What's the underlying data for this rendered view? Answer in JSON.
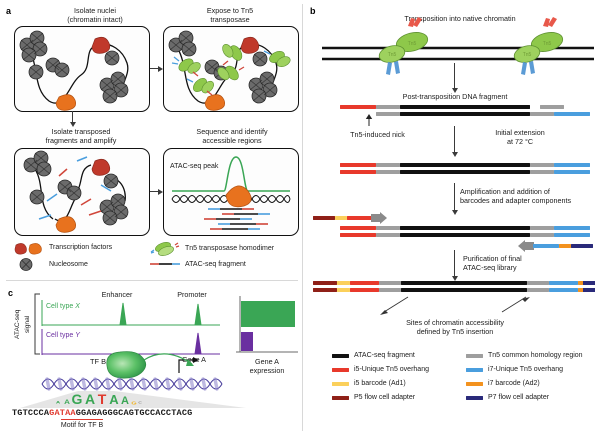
{
  "figure": {
    "panels": [
      "a",
      "b",
      "c"
    ]
  },
  "panel_a": {
    "letter": "a",
    "step1_title": "Isolate nuclei\n(chromatin intact)",
    "step1_line1": "Isolate nuclei",
    "step1_line2": "(chromatin intact)",
    "step2_line1": "Expose to Tn5",
    "step2_line2": "transposase",
    "step3_line1": "Isolate transposed",
    "step3_line2": "fragments and amplify",
    "step4_line1": "Sequence and identify",
    "step4_line2": "accessible regions",
    "peak_label": "ATAC-seq peak",
    "legend": [
      {
        "name": "transcription-factors",
        "label": "Transcription factors",
        "color": "#c0392b"
      },
      {
        "name": "nucleosome",
        "label": "Nucleosome",
        "color": "#4d4d4d"
      },
      {
        "name": "tn5-homodimer",
        "label": "Tn5 transposase homodimer",
        "color": "#7fbf3f"
      },
      {
        "name": "atac-seq-fragment",
        "label": "ATAC-seq fragment",
        "color": "#111111"
      }
    ]
  },
  "panel_b": {
    "letter": "b",
    "step_titles": [
      "Transposition into native chromatin",
      "Post-transposition DNA fragment",
      "Sites of chromatin accessibility\ndefined by Tn5 insertion"
    ],
    "title_transposition": "Transposition into native chromatin",
    "title_post_transposition": "Post-transposition DNA fragment",
    "label_nick": "Tn5-induced nick",
    "label_extension_line1": "Initial extension",
    "label_extension_line2": "at 72 °C",
    "label_amplification_line1": "Amplification and addition of",
    "label_amplification_line2": "barcodes and adapter components",
    "label_purification_line1": "Purification of final",
    "label_purification_line2": "ATAC-seq library",
    "label_sites_line1": "Sites of chromatin accessibility",
    "label_sites_line2": "defined by Tn5 insertion",
    "legend_left": [
      {
        "name": "atac-seq-fragment",
        "label": "ATAC-seq fragment",
        "color": "#111111"
      },
      {
        "name": "i5-unique-tn5-overhang",
        "label": "i5-Unique Tn5 overhang",
        "color": "#e8392b"
      },
      {
        "name": "i5-barcode-ad1",
        "label": "i5 barcode (Ad1)",
        "color": "#fbd05b"
      },
      {
        "name": "p5-flow-cell-adapter",
        "label": "P5 flow cell adapter",
        "color": "#8f2018"
      }
    ],
    "legend_right": [
      {
        "name": "tn5-common-homology-region",
        "label": "Tn5 common homology region",
        "color": "#9e9e9e"
      },
      {
        "name": "i7-unique-tn5-overhang",
        "label": "i7-Unique Tn5 overhang",
        "color": "#4a9ede"
      },
      {
        "name": "i7-barcode-ad2",
        "label": "i7 barcode (Ad2)",
        "color": "#f3921e"
      },
      {
        "name": "p7-flow-cell-adapter",
        "label": "P7 flow cell adapter",
        "color": "#2a2a7a"
      }
    ]
  },
  "panel_c": {
    "letter": "c",
    "y_axis_line1": "ATAC-seq",
    "y_axis_line2": "signal",
    "track_labels": [
      {
        "name": "cell-type-x",
        "label": "Cell type X",
        "color": "#3aa655"
      },
      {
        "name": "cell-type-y",
        "label": "Cell type Y",
        "color": "#6a2fa0"
      }
    ],
    "peak_labels": [
      "Enhancer",
      "Promoter"
    ],
    "label_enhancer": "Enhancer",
    "label_promoter": "Promoter",
    "label_gene_a": "Gene A",
    "expression_title_line1": "Gene A",
    "expression_title_line2": "expression",
    "label_tf_b": "TF B",
    "motif_logo": "GATAA",
    "sequence_prefix": "TGTCCCA",
    "sequence_motif": "GATAA",
    "sequence_suffix": "GGAGAGGGCAGTGCCACCTACG",
    "sequence_full": "TGTCCCAGATAAGGAGAGGGCAGTGCCACCTACG",
    "motif_caption": "Motif for TF B",
    "chart_data": {
      "type": "bar",
      "title": "Gene A expression",
      "categories": [
        "Cell type X",
        "Cell type Y"
      ],
      "values": [
        100,
        22
      ],
      "colors": [
        "#3aa655",
        "#6a2fa0"
      ],
      "xlabel": "Gene A expression",
      "ylabel": "",
      "xlim": [
        0,
        100
      ],
      "grid": false,
      "legend": "none"
    },
    "signal_tracks": {
      "type": "line",
      "title": "ATAC-seq signal",
      "x": [
        0,
        10,
        20,
        30,
        40,
        45,
        50,
        55,
        60,
        70,
        80,
        85,
        90,
        95,
        100
      ],
      "series": [
        {
          "name": "Cell type X",
          "color": "#3aa655",
          "values": [
            0,
            0,
            0,
            0,
            10,
            95,
            10,
            0,
            0,
            0,
            0,
            88,
            6,
            0,
            0
          ],
          "peaks": [
            {
              "label": "Enhancer",
              "x": 45,
              "height": 95
            },
            {
              "label": "Promoter",
              "x": 85,
              "height": 88
            }
          ]
        },
        {
          "name": "Cell type Y",
          "color": "#6a2fa0",
          "values": [
            0,
            0,
            0,
            0,
            0,
            0,
            0,
            0,
            0,
            0,
            0,
            80,
            4,
            0,
            0
          ],
          "peaks": [
            {
              "label": "Promoter",
              "x": 85,
              "height": 80
            }
          ]
        }
      ],
      "ylabel": "ATAC-seq signal",
      "grid": false
    }
  },
  "colors": {
    "black": "#111111",
    "gray": "#9e9e9e",
    "red_i5": "#e8392b",
    "yellow_i5bc": "#fbd05b",
    "dark_red_p5": "#8f2018",
    "blue_i7": "#4a9ede",
    "orange_i7bc": "#f3921e",
    "navy_p7": "#2a2a7a",
    "green": "#3aa655",
    "purple": "#6a2fa0",
    "tn5_green": "#7fbf3f"
  }
}
